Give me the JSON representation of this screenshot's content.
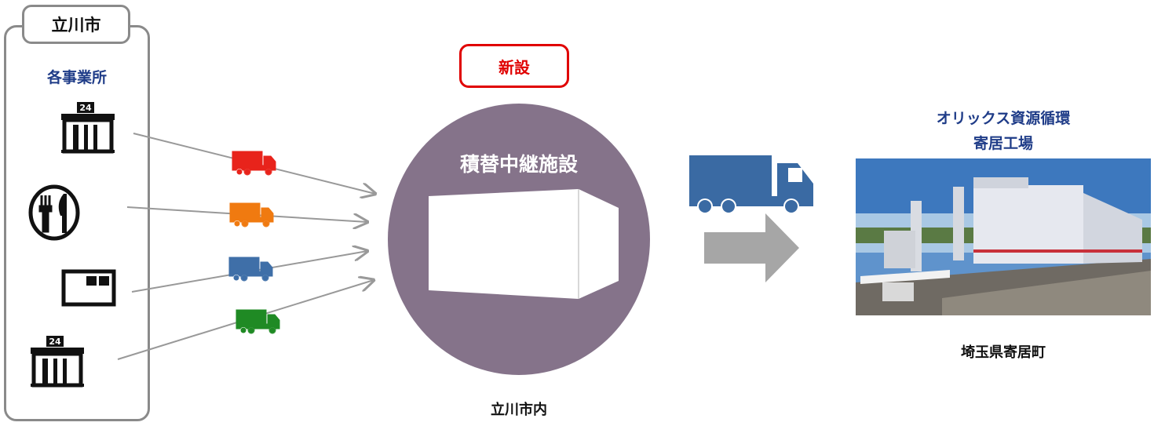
{
  "source": {
    "city_label": "立川市",
    "offices_label": "各事業所",
    "store_sign": "24",
    "icons": [
      "convenience-store-icon",
      "restaurant-icon",
      "office-icon",
      "convenience-store-icon"
    ]
  },
  "transfer": {
    "new_badge": "新設",
    "facility_name": "積替中継施設",
    "location": "立川市内",
    "circle_color": "#85738a"
  },
  "trucks": {
    "small_colors": [
      "#e8231b",
      "#f07a10",
      "#3f6fa8",
      "#1f8a24"
    ],
    "large_color": "#3a6aa3"
  },
  "destination": {
    "name_line1": "オリックス資源循環",
    "name_line2": "寄居工場",
    "location": "埼玉県寄居町"
  }
}
